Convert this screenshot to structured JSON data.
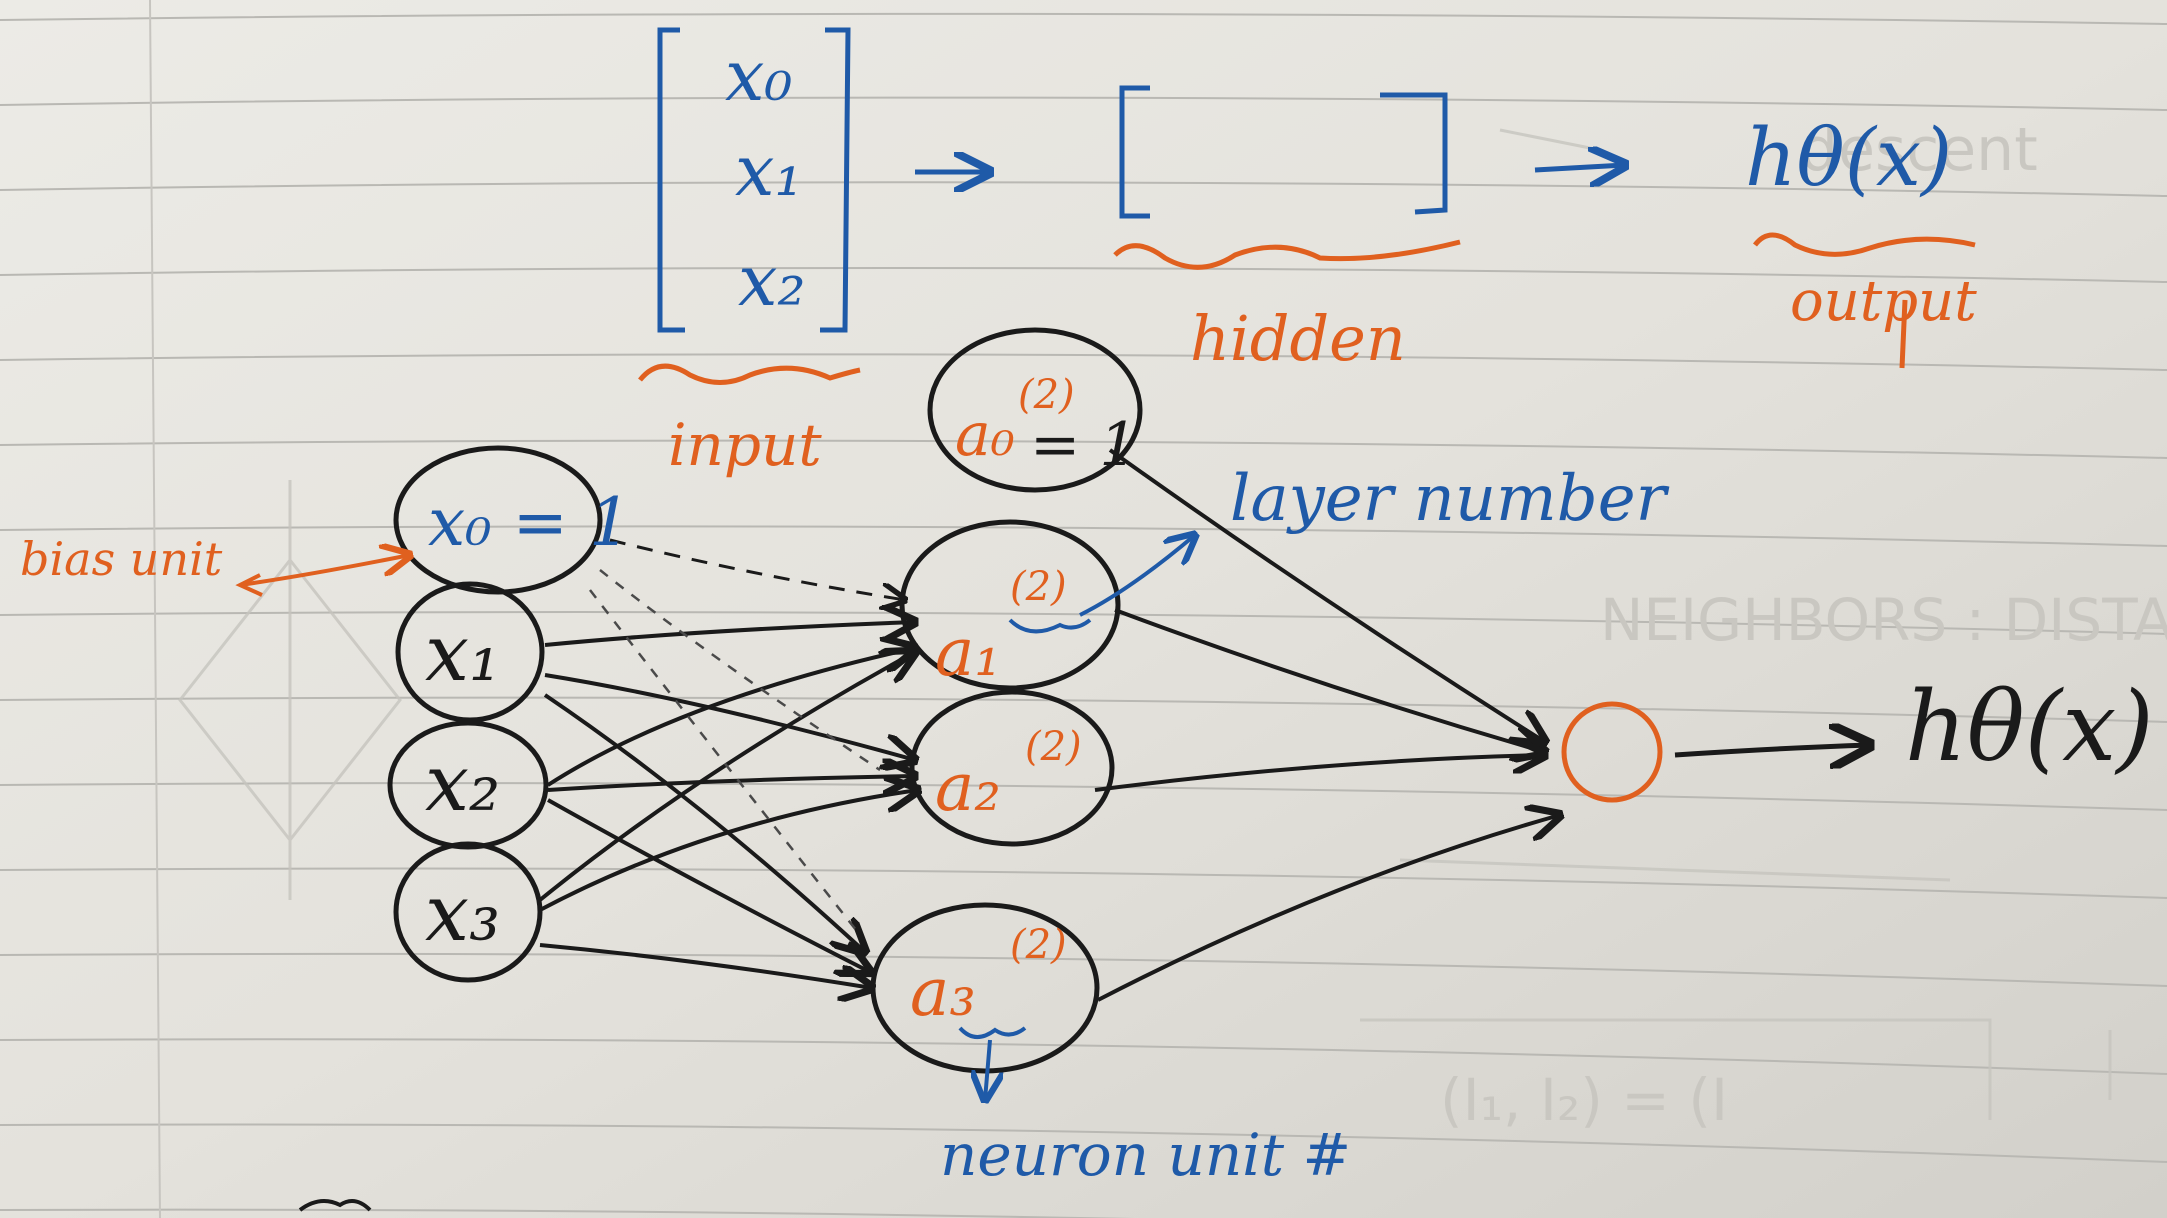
{
  "top_row": {
    "input_vector": [
      "x₀",
      "x₁",
      "x₂"
    ],
    "input_caption": "input",
    "hidden_caption": "hidden",
    "output_symbol": "hθ(x)",
    "output_caption": "output"
  },
  "network": {
    "bias_label": "bias unit",
    "inputs": [
      "x₀ = 1",
      "x₁",
      "x₂",
      "x₃"
    ],
    "hidden": [
      {
        "base": "a₀",
        "sup": "(2)",
        "suffix": "= 1"
      },
      {
        "base": "a₁",
        "sup": "(2)",
        "suffix": ""
      },
      {
        "base": "a₂",
        "sup": "(2)",
        "suffix": ""
      },
      {
        "base": "a₃",
        "sup": "(2)",
        "suffix": ""
      }
    ],
    "output_symbol": "hθ(x)",
    "layer_note": "layer number",
    "neuron_note": "neuron unit #"
  },
  "colors": {
    "paper": "#e8e6e1",
    "rule_line": "#b9b8b3",
    "ink_black": "#1a1a1a",
    "ink_blue": "#1f5aa8",
    "ink_orange": "#e0601f"
  }
}
